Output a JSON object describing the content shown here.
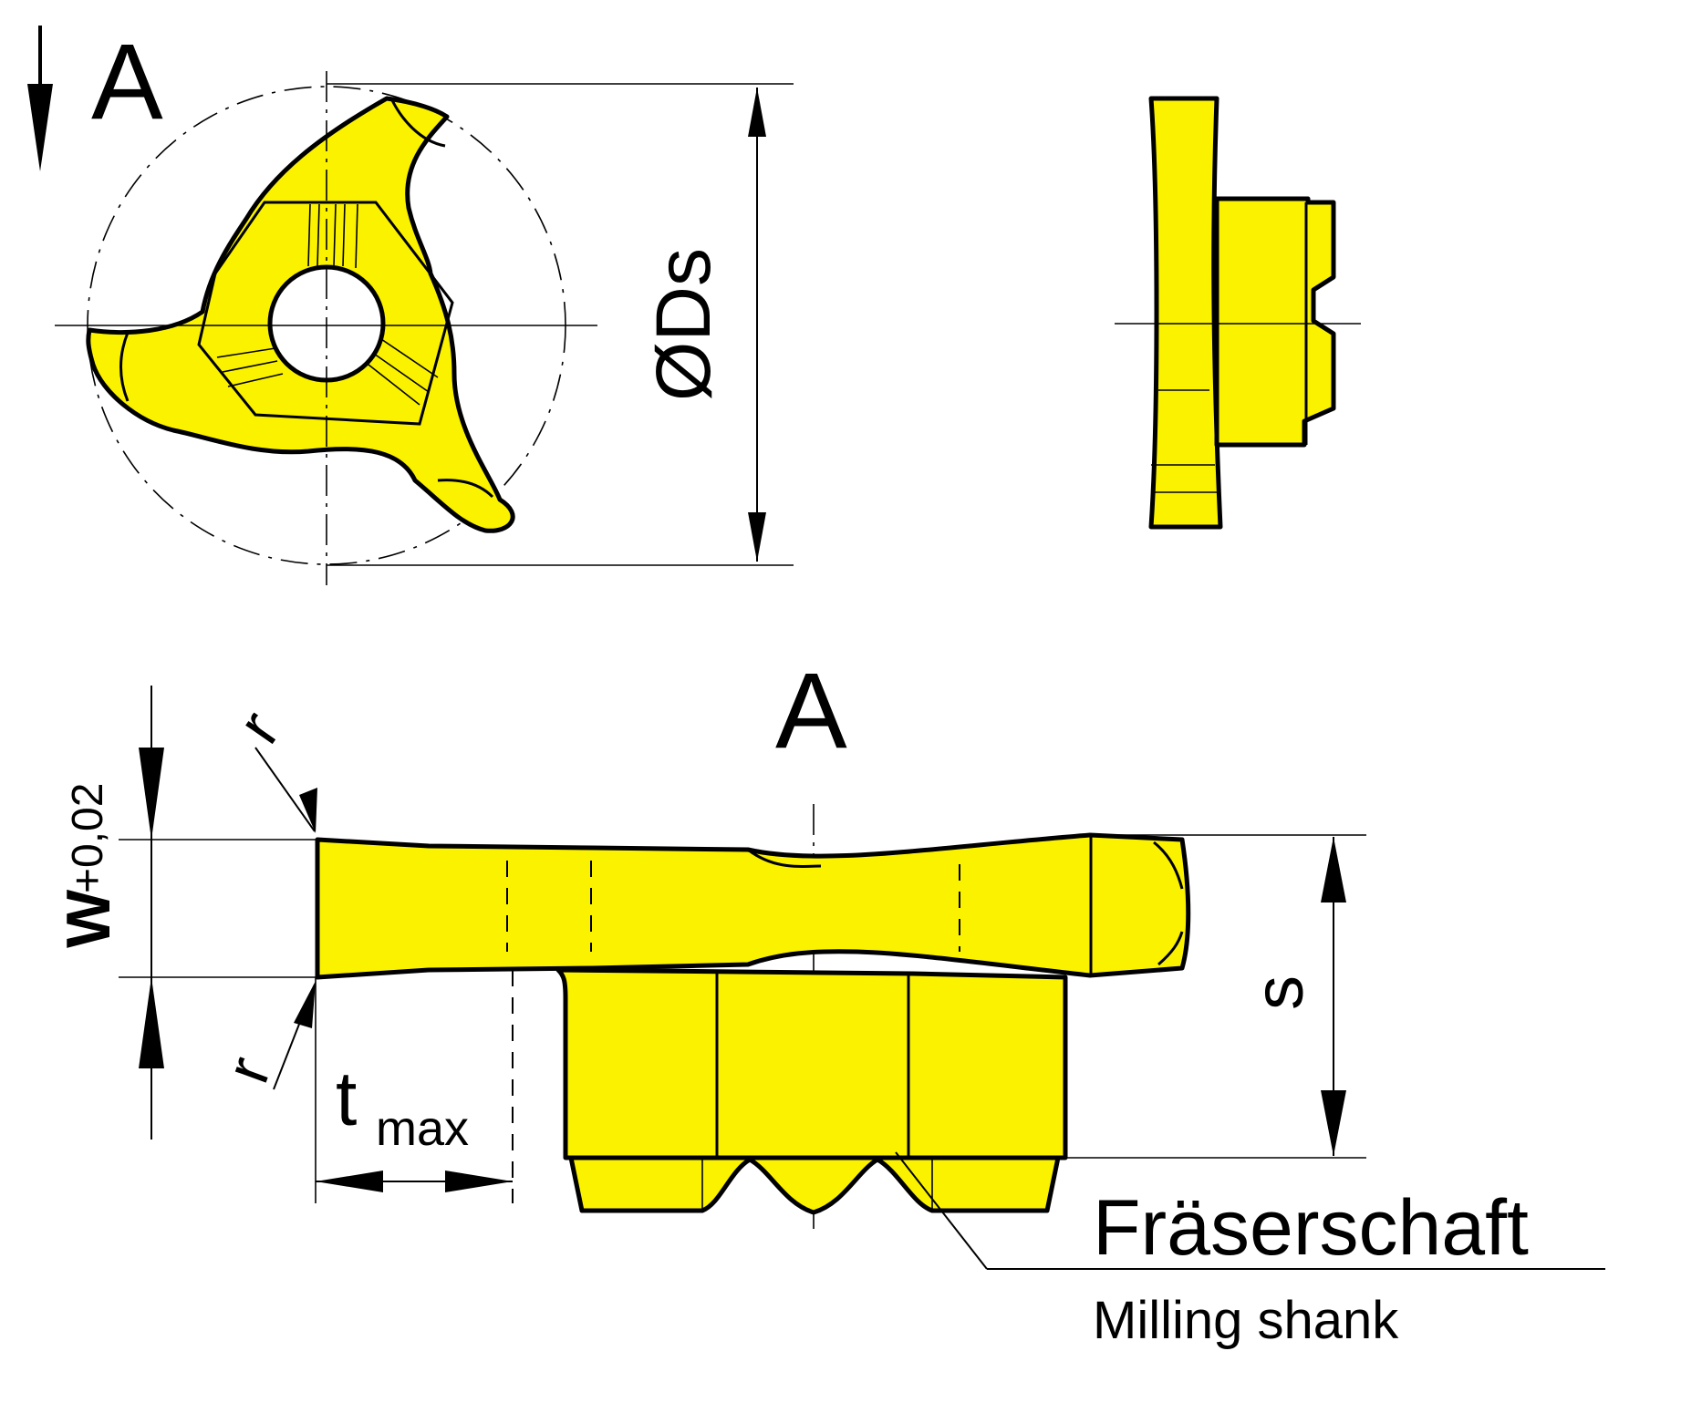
{
  "labels": {
    "view_marker": "A",
    "view_title": "A",
    "diameter": "ØDs",
    "width": "W",
    "width_tolerance": "+0,02",
    "radius_top": "r",
    "radius_bottom": "r",
    "depth": "t",
    "depth_subscript": "max",
    "height": "s",
    "shank_de": "Fräserschaft",
    "shank_en": "Milling shank"
  },
  "colors": {
    "insert_fill": "#fbf200",
    "line": "#000000",
    "background": "#ffffff"
  }
}
